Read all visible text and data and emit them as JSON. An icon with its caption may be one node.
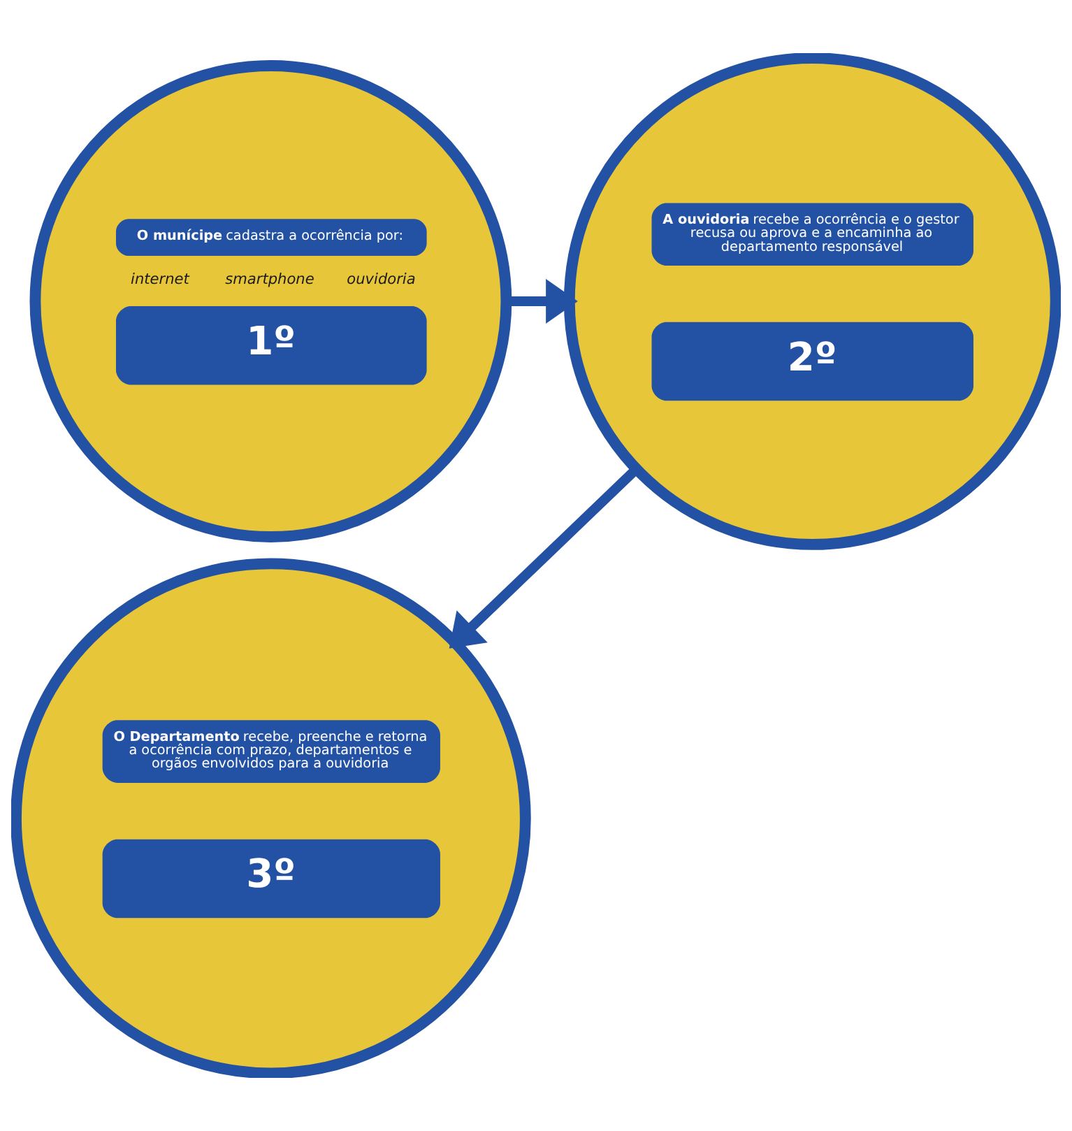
{
  "diagram": {
    "nodes": [
      {
        "text": [
          "**O munícipe** cadastra a ocorrência por:",
          "internet",
          "smartphone",
          "ouvidoria",
          "1º"
        ]
      },
      {
        "text": [
          "**A ouvidoria** recebe a ocorrência e o gestor recusa ou aprova e a encaminha ao departamento responsável",
          "2º"
        ]
      },
      {
        "text": [
          "**O Departamento** recebe, preenche e retorna a ocorrência com prazo, departamentos e orgãos envolvidos para a ouvidoria",
          "3º"
        ]
      }
    ],
    "edges": [
      {
        "from": 0,
        "to": 1,
        "arrow": "to"
      },
      {
        "from": 1,
        "to": 2,
        "arrow": "to"
      }
    ]
  }
}
